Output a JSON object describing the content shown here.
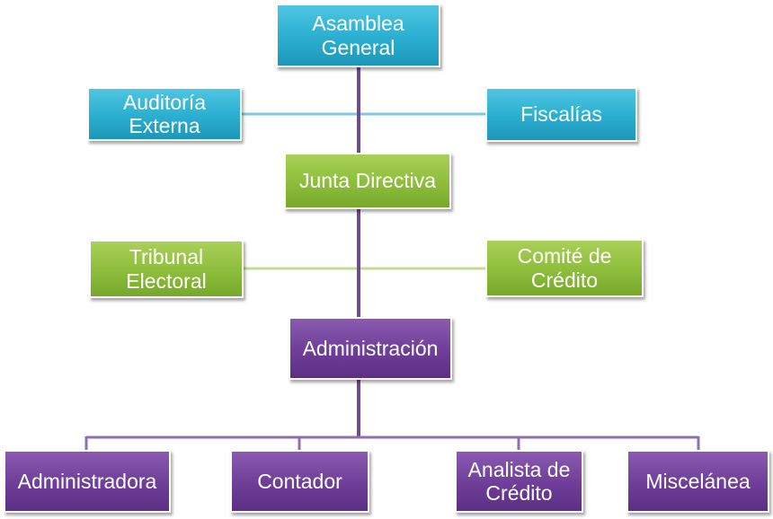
{
  "nodes": {
    "asamblea": "Asamblea\nGeneral",
    "auditoria": "Auditoría\nExterna",
    "fiscalias": "Fiscalías",
    "junta": "Junta Directiva",
    "tribunal": "Tribunal\nElectoral",
    "comite": "Comité de\nCrédito",
    "administracion": "Administración",
    "administradora": "Administradora",
    "contador": "Contador",
    "analista": "Analista de\nCrédito",
    "miscelanea": "Miscelánea"
  },
  "colors": {
    "blue": "#2aaed0",
    "green": "#8dbd3b",
    "purple": "#6e3e98",
    "connector_main": "#7a4f9c",
    "connector_side_blue": "#6fc4dd",
    "connector_side_green": "#b9d98a",
    "connector_bottom": "#8a6bb0"
  }
}
